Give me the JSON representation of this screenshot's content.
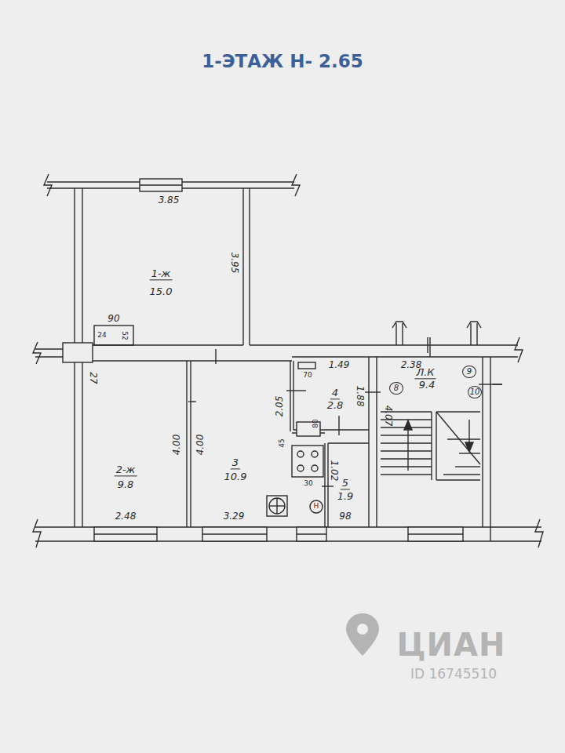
{
  "diagram": {
    "title": "1-ЭТАЖ Н- 2.65",
    "nodes": [
      {
        "text": [
          "1-ж",
          "15.0"
        ]
      },
      {
        "text": [
          "2-ж",
          "9.8"
        ]
      },
      {
        "text": [
          "3",
          "10.9"
        ]
      },
      {
        "text": [
          "4",
          "2.8"
        ]
      },
      {
        "text": [
          "5",
          "1.9"
        ]
      },
      {
        "text": [
          "Л.К",
          "9.4"
        ]
      }
    ],
    "labels": [
      "3.85",
      "3.95",
      "90",
      "24",
      "52",
      "27",
      "4.00",
      "4.00",
      "2.48",
      "3.29",
      "2.05",
      "1.49",
      "70",
      "1.88",
      "80",
      "45",
      "30",
      "1.02",
      "98",
      "2.38",
      "4.07",
      "8",
      "9",
      "10",
      "Н",
      "ЦИАН",
      "ID 16745510"
    ]
  }
}
